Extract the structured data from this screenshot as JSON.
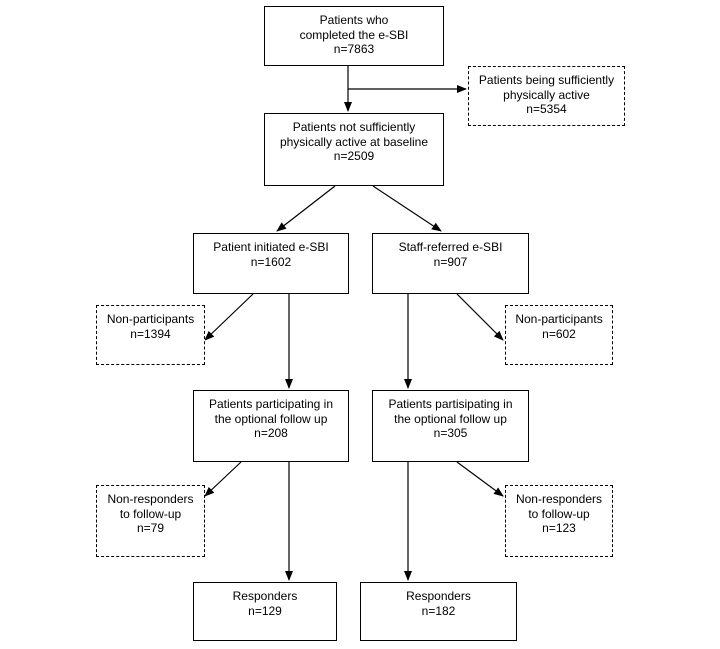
{
  "nodes": {
    "completed": {
      "lines": [
        "Patients who",
        "completed the e-SBI",
        "n=7863"
      ]
    },
    "sufficient": {
      "lines": [
        "Patients being sufficiently",
        "physically active",
        "n=5354"
      ]
    },
    "not_sufficient": {
      "lines": [
        "Patients not sufficiently",
        "physically active at baseline",
        "n=2509"
      ]
    },
    "patient_initiated": {
      "lines": [
        "Patient initiated e-SBI",
        "n=1602"
      ]
    },
    "staff_referred": {
      "lines": [
        "Staff-referred e-SBI",
        "n=907"
      ]
    },
    "nonpart_left": {
      "lines": [
        "Non-participants",
        "n=1394"
      ]
    },
    "nonpart_right": {
      "lines": [
        "Non-participants",
        "n=602"
      ]
    },
    "followup_left": {
      "lines": [
        "Patients participating in",
        "the optional follow up",
        "n=208"
      ]
    },
    "followup_right": {
      "lines": [
        "Patients partisipating in",
        "the optional follow up",
        "n=305"
      ]
    },
    "nonresp_left": {
      "lines": [
        "Non-responders",
        "to follow-up",
        "n=79"
      ]
    },
    "nonresp_right": {
      "lines": [
        "Non-responders",
        "to follow-up",
        "n=123"
      ]
    },
    "resp_left": {
      "lines": [
        "Responders",
        "n=129"
      ]
    },
    "resp_right": {
      "lines": [
        "Responders",
        "n=182"
      ]
    }
  }
}
